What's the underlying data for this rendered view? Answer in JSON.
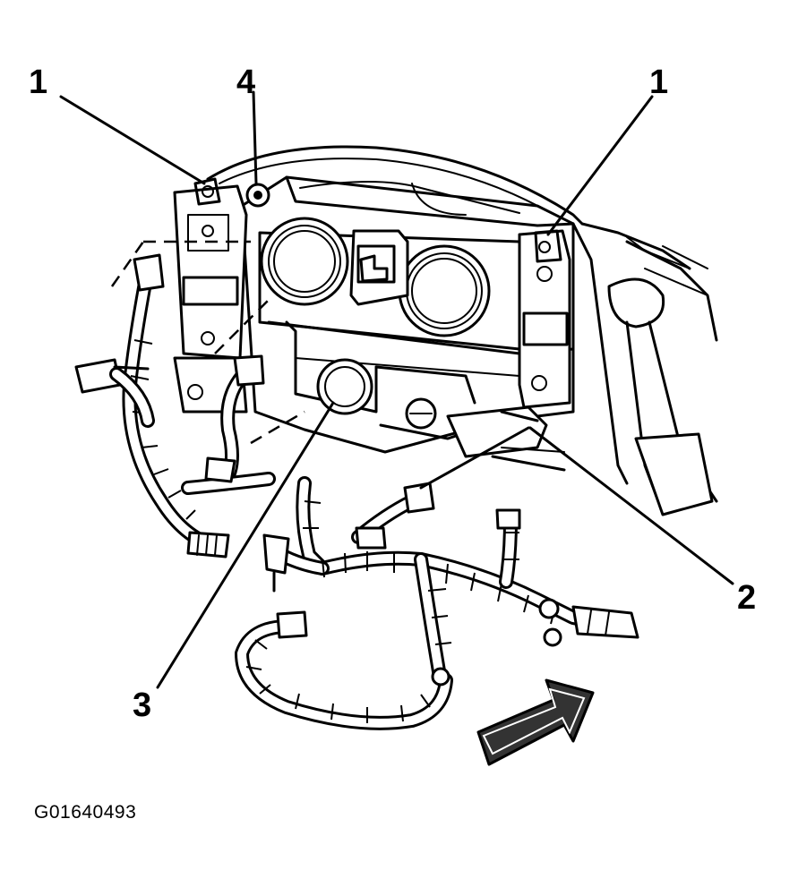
{
  "callouts": {
    "c1_left": "1",
    "c4": "4",
    "c1_right": "1",
    "c2": "2",
    "c3": "3"
  },
  "figure_id": "G01640493",
  "colors": {
    "ink": "#000000",
    "paper": "#ffffff",
    "arrow_fill": "#333333"
  }
}
